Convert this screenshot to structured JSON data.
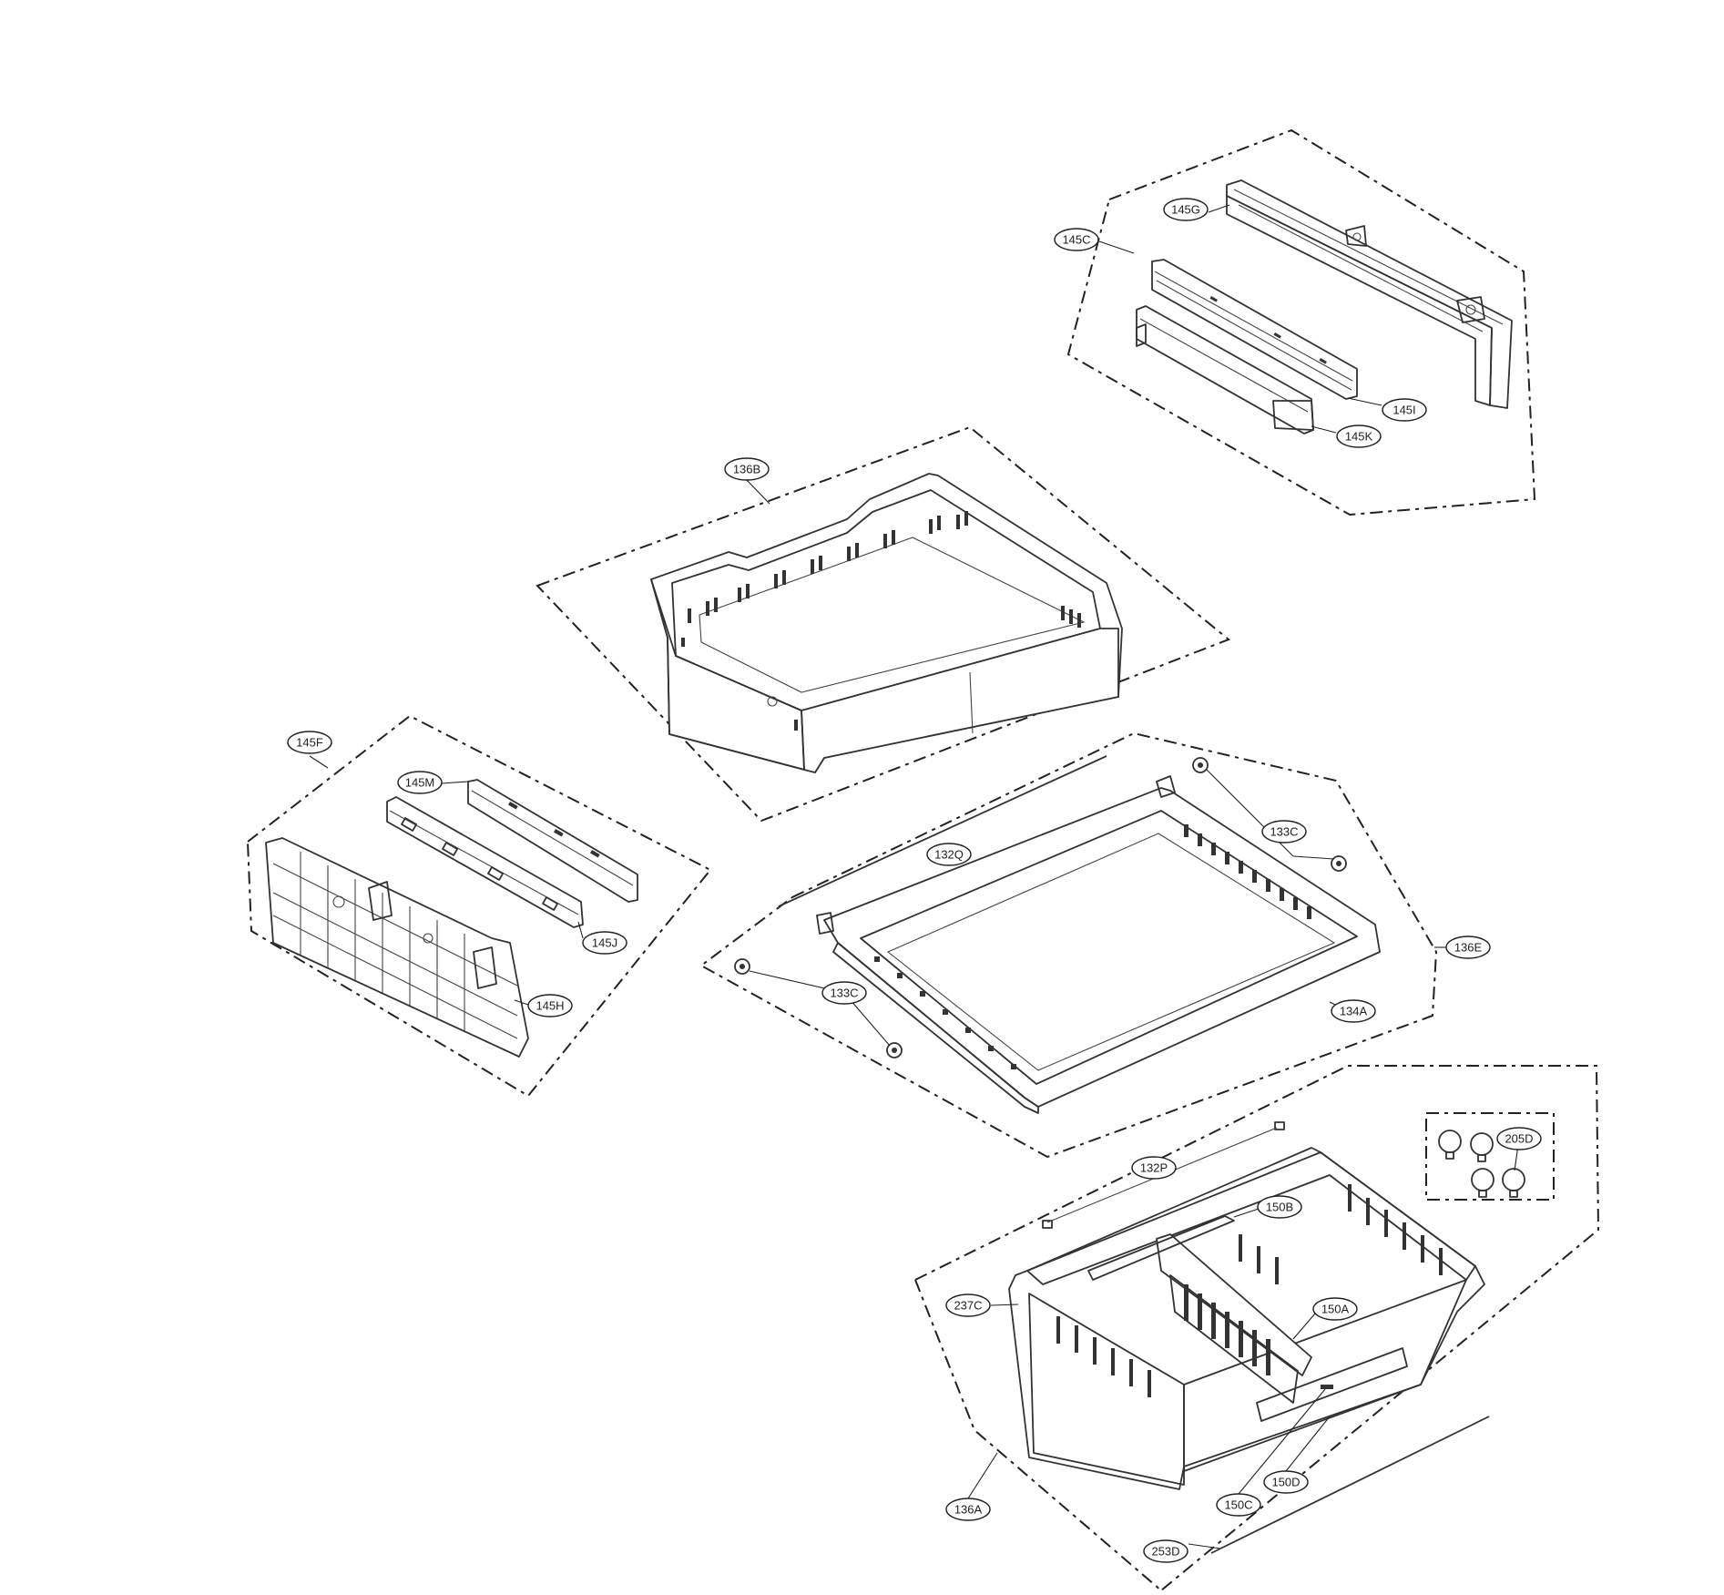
{
  "callouts": [
    {
      "id": "145C",
      "label": "145C"
    },
    {
      "id": "145G",
      "label": "145G"
    },
    {
      "id": "145I",
      "label": "145I"
    },
    {
      "id": "145K",
      "label": "145K"
    },
    {
      "id": "136B",
      "label": "136B"
    },
    {
      "id": "145F",
      "label": "145F"
    },
    {
      "id": "145M",
      "label": "145M"
    },
    {
      "id": "145J",
      "label": "145J"
    },
    {
      "id": "145H",
      "label": "145H"
    },
    {
      "id": "132Q",
      "label": "132Q"
    },
    {
      "id": "133C-top",
      "label": "133C"
    },
    {
      "id": "136E",
      "label": "136E"
    },
    {
      "id": "133C-bottom",
      "label": "133C"
    },
    {
      "id": "134A",
      "label": "134A"
    },
    {
      "id": "205D",
      "label": "205D"
    },
    {
      "id": "132P",
      "label": "132P"
    },
    {
      "id": "150B",
      "label": "150B"
    },
    {
      "id": "237C",
      "label": "237C"
    },
    {
      "id": "150A",
      "label": "150A"
    },
    {
      "id": "136A",
      "label": "136A"
    },
    {
      "id": "150C",
      "label": "150C"
    },
    {
      "id": "150D",
      "label": "150D"
    },
    {
      "id": "253D",
      "label": "253D"
    }
  ]
}
